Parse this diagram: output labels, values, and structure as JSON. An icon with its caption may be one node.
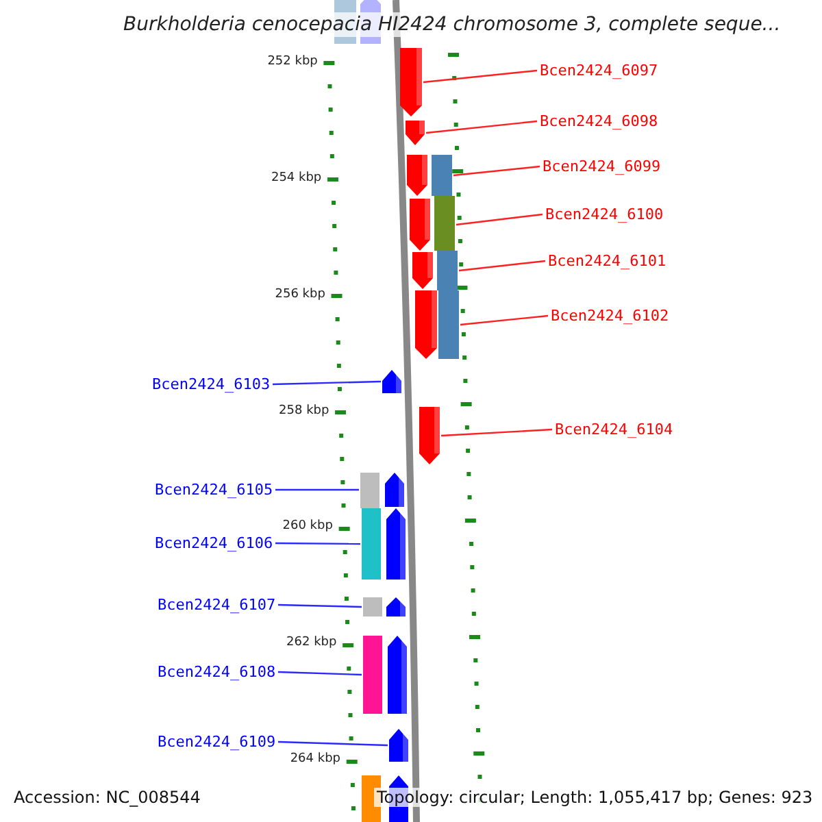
{
  "diagram": {
    "title": "Burkholderia cenocepacia HI2424 chromosome 3, complete seque...",
    "nodes": [
      {
        "text": [
          "Bcen2424_6097"
        ]
      },
      {
        "text": [],
        "shape": "arrow"
      },
      {
        "text": [
          "Bcen2424_6098"
        ]
      },
      {
        "text": [],
        "shape": "arrow"
      },
      {
        "text": [
          "Bcen2424_6099"
        ]
      },
      {
        "text": [],
        "shape": "arrow"
      },
      {
        "text": [
          "Bcen2424_6100"
        ]
      },
      {
        "text": [],
        "shape": "arrow"
      },
      {
        "text": [
          "Bcen2424_6101"
        ]
      },
      {
        "text": [],
        "shape": "arrow"
      },
      {
        "text": [
          "Bcen2424_6102"
        ]
      },
      {
        "text": [],
        "shape": "arrow"
      },
      {
        "text": [
          "Bcen2424_6103"
        ]
      },
      {
        "text": [],
        "shape": "arrow"
      },
      {
        "text": [
          "Bcen2424_6104"
        ]
      },
      {
        "text": [],
        "shape": "arrow"
      },
      {
        "text": [
          "Bcen2424_6105"
        ]
      },
      {
        "text": [],
        "shape": "arrow"
      },
      {
        "text": [
          "Bcen2424_6106"
        ]
      },
      {
        "text": [],
        "shape": "arrow"
      },
      {
        "text": [
          "Bcen2424_6107"
        ]
      },
      {
        "text": [],
        "shape": "arrow"
      },
      {
        "text": [
          "Bcen2424_6108"
        ]
      },
      {
        "text": [],
        "shape": "arrow"
      },
      {
        "text": [
          "Bcen2424_6109"
        ]
      },
      {
        "text": [],
        "shape": "arrow"
      }
    ],
    "edges": [
      {
        "from": 0,
        "to": 1,
        "arrow": "none"
      },
      {
        "from": 2,
        "to": 3,
        "arrow": "none"
      },
      {
        "from": 4,
        "to": 5,
        "arrow": "none"
      },
      {
        "from": 6,
        "to": 7,
        "arrow": "none"
      },
      {
        "from": 8,
        "to": 9,
        "arrow": "none"
      },
      {
        "from": 10,
        "to": 11,
        "arrow": "none"
      },
      {
        "from": 12,
        "to": 13,
        "arrow": "none",
        "color": "#2a2aff"
      },
      {
        "from": 14,
        "to": 15,
        "arrow": "none"
      },
      {
        "from": 16,
        "to": 17,
        "arrow": "none",
        "color": "#2a2aff"
      },
      {
        "from": 18,
        "to": 19,
        "arrow": "none",
        "color": "#2a2aff"
      },
      {
        "from": 20,
        "to": 21,
        "arrow": "none",
        "color": "#2a2aff"
      },
      {
        "from": 22,
        "to": 23,
        "arrow": "none",
        "color": "#2a2aff"
      },
      {
        "from": 24,
        "to": 25,
        "arrow": "none",
        "color": "#2a2aff"
      }
    ],
    "labels": [
      "252 kbp",
      "254 kbp",
      "256 kbp",
      "258 kbp",
      "260 kbp",
      "262 kbp",
      "264 kbp",
      "Accession: NC_008544",
      "Topology: circular; Length: 1,055,417 bp; Genes: 923"
    ]
  }
}
